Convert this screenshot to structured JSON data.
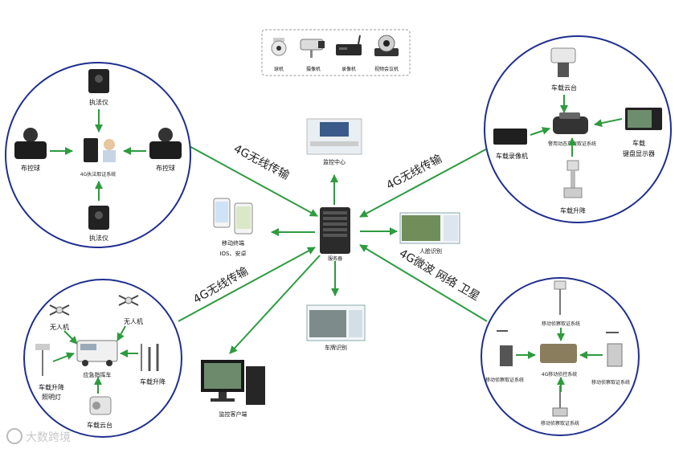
{
  "camera_legend": [
    "球机",
    "摄像机",
    "录像机",
    "视频会议机"
  ],
  "center": {
    "server": "服务器",
    "monitor_center": "监控中心",
    "mobile_terminal": "移动终端",
    "mobile_os": "IOS、安卓",
    "face_recognition": "人脸识别",
    "plate_recognition": "车牌识别",
    "monitor_client": "监控客户端"
  },
  "links": {
    "top_left": "4G无线传输",
    "top_right": "4G无线传输",
    "bottom_left": "4G无线传输",
    "bottom_right": "4G微波 网络 卫星"
  },
  "top_left_circle": {
    "recorder_top": "执法仪",
    "recorder_bottom": "执法仪",
    "ball_left": "布控球",
    "ball_right": "布控球",
    "center_system": "4G执法取证系统"
  },
  "top_right_circle": {
    "ptz": "车载云台",
    "dvr": "车载录像机",
    "car_system": "警用动态车载取证系统",
    "display": "车载\n键盘显示器",
    "lift": "车载升降"
  },
  "bottom_left_circle": {
    "drone_left": "无人机",
    "drone_right": "无人机",
    "command_vehicle": "应急指挥车",
    "mast_light": "车载升降\n照明灯",
    "lift": "车载升降",
    "ptz": "车载云台"
  },
  "bottom_right_circle": {
    "top_system": "移动侦察取证系统",
    "left_system": "移动侦察取证系统",
    "right_system": "移动侦察取证系统",
    "bottom_system": "移动侦察取证系统",
    "center_system": "4G移动侦控系统"
  },
  "watermark": "大数跨境",
  "colors": {
    "circle": "#1e2f8f",
    "arrow": "#2e9b3f",
    "tv": "#1a1a1a"
  }
}
